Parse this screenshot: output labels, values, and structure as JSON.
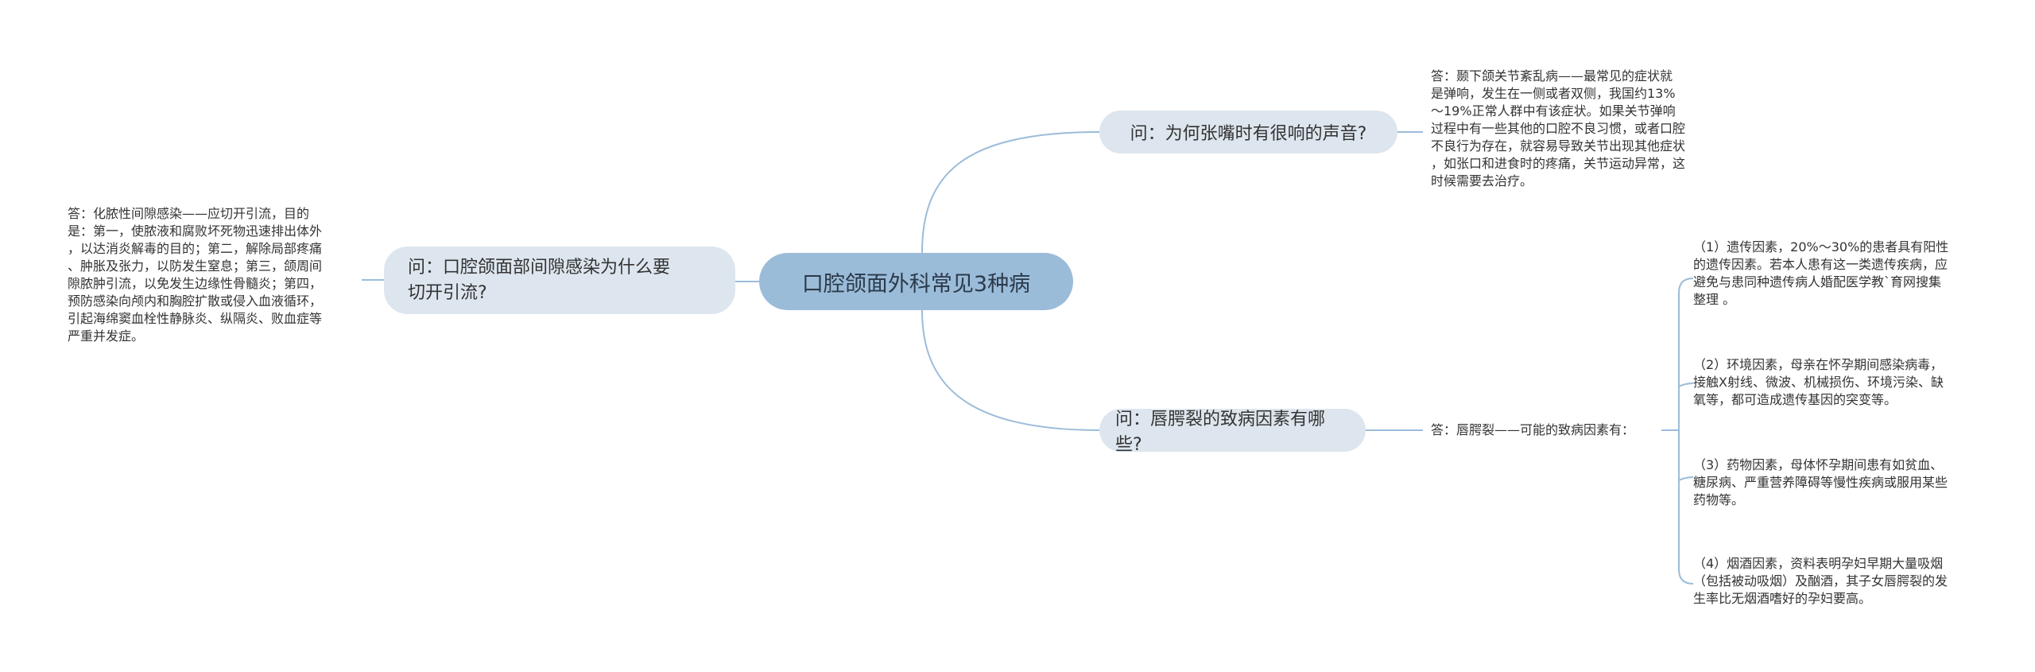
{
  "root": {
    "label": "口腔颌面外科常见3种病"
  },
  "topics": {
    "left": {
      "label_line1": "问：口腔颌面部间隙感染为什么要",
      "label_line2": "切开引流?",
      "answer": "答：化脓性间隙感染——应切开引流，目的\n是：第一，使脓液和腐败坏死物迅速排出体外\n，以达消炎解毒的目的；第二，解除局部疼痛\n、肿胀及张力，以防发生窒息；第三，颌周间\n隙脓肿引流，以免发生边缘性骨髓炎；第四，\n预防感染向颅内和胸腔扩散或侵入血液循环，\n引起海绵窦血栓性静脉炎、纵隔炎、败血症等\n严重并发症。"
    },
    "top": {
      "label": "问：为何张嘴时有很响的声音?",
      "answer": "答：颞下颌关节紊乱病——最常见的症状就\n是弹响，发生在一侧或者双侧，我国约13%\n～19%正常人群中有该症状。如果关节弹响\n过程中有一些其他的口腔不良习惯，或者口腔\n不良行为存在，就容易导致关节出现其他症状\n，如张口和进食时的疼痛，关节运动异常，这\n时候需要去治疗。"
    },
    "bottom": {
      "label": "问：唇腭裂的致病因素有哪些?",
      "answer": "答：唇腭裂——可能的致病因素有：",
      "causes": [
        "（1）遗传因素，20%～30%的患者具有阳性\n的遗传因素。若本人患有这一类遗传疾病，应\n避免与患同种遗传病人婚配医学教`育网搜集\n整理 。",
        "（2）环境因素，母亲在怀孕期间感染病毒，\n接触X射线、微波、机械损伤、环境污染、缺\n氧等，都可造成遗传基因的突变等。",
        "（3）药物因素，母体怀孕期间患有如贫血、\n糖尿病、严重营养障碍等慢性疾病或服用某些\n药物等。",
        "（4）烟酒因素，资料表明孕妇早期大量吸烟\n（包括被动吸烟）及酗酒，其子女唇腭裂的发\n生率比无烟酒嗜好的孕妇要高。"
      ]
    }
  },
  "colors": {
    "root_fill": "#9bbcd9",
    "topic_fill": "#dde6ee",
    "link_stroke": "#9bbcd9"
  }
}
